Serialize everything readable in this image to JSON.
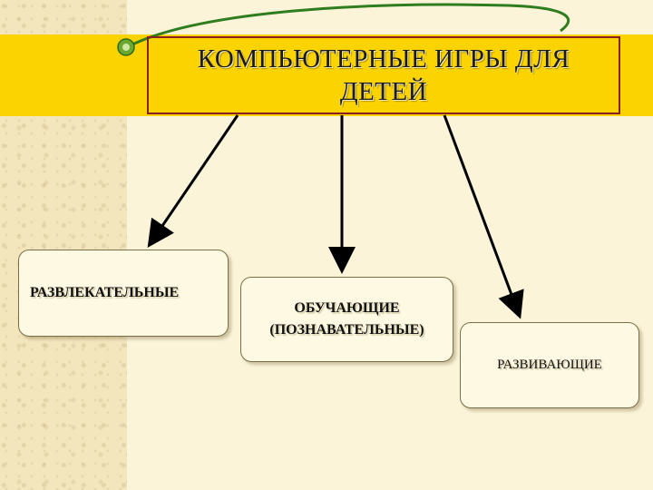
{
  "title": {
    "line1": "КОМПЬЮТЕРНЫЕ ИГРЫ ДЛЯ",
    "line2": "ДЕТЕЙ"
  },
  "nodes": {
    "entertaining": "РАЗВЛЕКАТЕЛЬНЫЕ",
    "educational_line1": "ОБУЧАЮЩИЕ",
    "educational_line2": "(ПОЗНАВАТЕЛЬНЫЕ)",
    "developing": "РАЗВИВАЮЩИЕ"
  },
  "colors": {
    "band": "#fbd400",
    "title_border": "#8a1f1f",
    "node_fill": "#fdf9e2",
    "bullet": "#6aa832",
    "swoosh": "#2f7d1e"
  }
}
